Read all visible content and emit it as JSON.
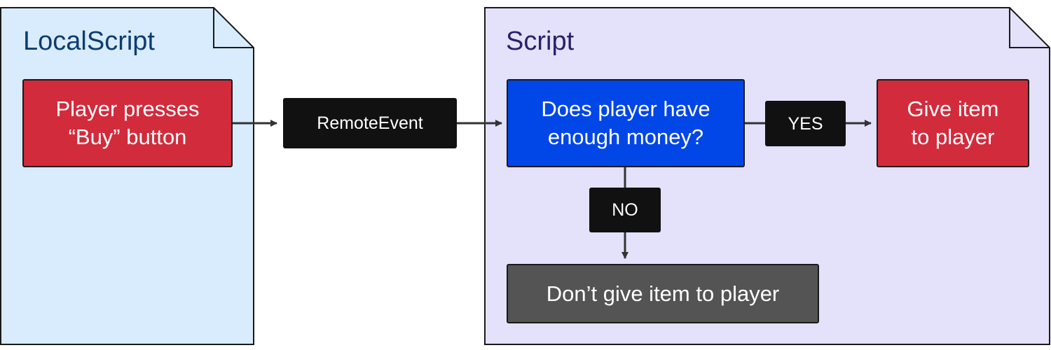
{
  "colors": {
    "local_doc_fill": "#d8ecfd",
    "server_doc_fill": "#e4e1fb",
    "local_title": "#0d3b73",
    "server_title": "#2b1f6b",
    "action_red": "#d22b3c",
    "decision_blue": "#0146e6",
    "outcome_grey": "#545454",
    "label_black": "#111111",
    "connector": "#333333"
  },
  "local_script": {
    "title": "LocalScript",
    "step": {
      "line1": "Player presses",
      "line2": "“Buy” button"
    }
  },
  "remote_event": {
    "label": "RemoteEvent"
  },
  "server_script": {
    "title": "Script",
    "decision": {
      "line1": "Does player have",
      "line2": "enough money?"
    },
    "yes_label": "YES",
    "no_label": "NO",
    "yes_result": {
      "line1": "Give item",
      "line2": "to player"
    },
    "no_result": "Don’t give item to player"
  }
}
